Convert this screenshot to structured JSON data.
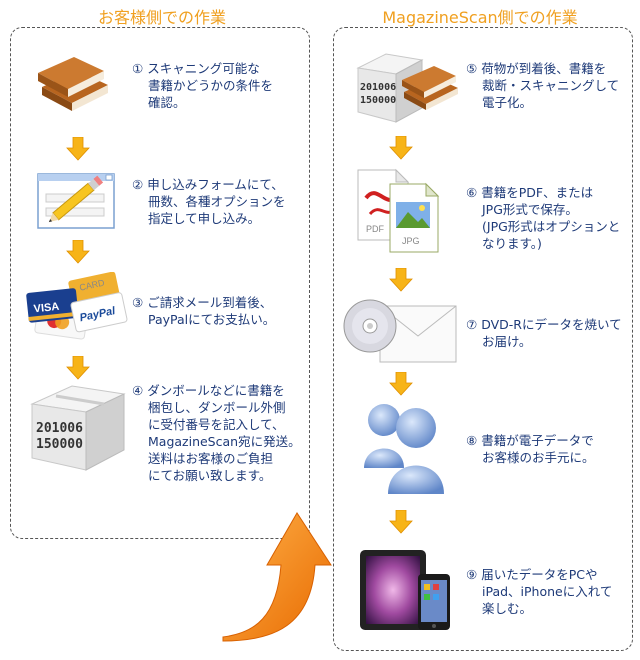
{
  "left_title": "お客様側での作業",
  "right_title": "MagazineScan側での作業",
  "left_steps": [
    {
      "num": "①",
      "lines": [
        "スキャニング可能な",
        "書籍かどうかの条件を",
        "確認。"
      ],
      "icon": "books-icon"
    },
    {
      "num": "②",
      "lines": [
        "申し込みフォームにて、",
        "冊数、各種オプションを",
        "指定して申し込み。"
      ],
      "icon": "form-pencil-icon"
    },
    {
      "num": "③",
      "lines": [
        "ご請求メール到着後、",
        "PayPalにてお支払い。"
      ],
      "icon": "credit-cards-icon"
    },
    {
      "num": "④",
      "lines": [
        "ダンボールなどに書籍を",
        "梱包し、ダンボール外側",
        "に受付番号を記入して、",
        "MagazineScan宛に発送。",
        "送料はお客様のご負担",
        "にてお願い致します。"
      ],
      "icon": "cardboard-box-icon"
    }
  ],
  "right_steps": [
    {
      "num": "⑤",
      "lines": [
        "荷物が到着後、書籍を",
        "裁断・スキャニングして",
        "電子化。"
      ],
      "icon": "box-and-books-icon"
    },
    {
      "num": "⑥",
      "lines": [
        "書籍をPDF、または",
        "JPG形式で保存。",
        "(JPG形式はオプションと",
        "なります。)"
      ],
      "icon": "pdf-jpg-files-icon"
    },
    {
      "num": "⑦",
      "lines": [
        "DVD-Rにデータを焼いて",
        "お届け。"
      ],
      "icon": "dvd-envelope-icon"
    },
    {
      "num": "⑧",
      "lines": [
        "書籍が電子データで",
        "お客様のお手元に。"
      ],
      "icon": "users-icon"
    },
    {
      "num": "⑨",
      "lines": [
        "届いたデータをPCや",
        "iPad、iPhoneに入れて",
        "楽しむ。"
      ],
      "icon": "ipad-iphone-icon"
    }
  ],
  "box_number_1": "201006",
  "box_number_2": "150000",
  "card_labels": {
    "visa": "VISA",
    "paypal": "PayPal",
    "card": "CARD"
  },
  "file_labels": {
    "pdf": "PDF",
    "jpg": "JPG"
  },
  "colors": {
    "accent_orange": "#f0a020",
    "text_blue": "#1e3a78",
    "panel_border": "#555555"
  }
}
